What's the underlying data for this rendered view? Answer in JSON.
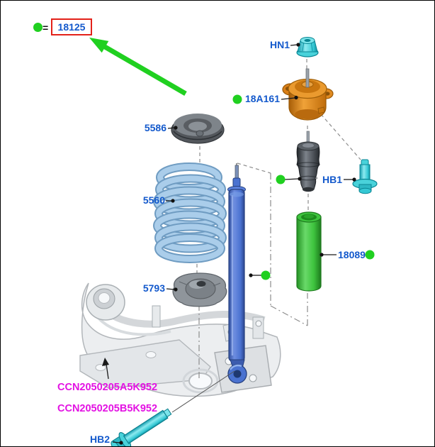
{
  "legend": {
    "equals_symbol": "=",
    "highlighted_part_number": "18125"
  },
  "callouts": {
    "hn1": "HN1",
    "strut_mount": "18A161",
    "upper_seat": "5586",
    "coil_spring": "5560",
    "hb1": "HB1",
    "dust_cover": "18089",
    "lower_seat": "5793",
    "hb2": "HB2"
  },
  "reference_codes": {
    "line1": "CCN2050205A5K952",
    "line2": "CCN2050205B5K952"
  },
  "icons": {
    "legend_marker": "green-dot",
    "included_part_marker": "green-dot",
    "legend_arrow": "green-arrow-up-left"
  },
  "colors": {
    "accent_green": "#20d020",
    "label_blue": "#1359cc",
    "reference_magenta": "#e312e3",
    "highlight_red": "#e32119",
    "hardware_cyan": "#49d2da",
    "mount_orange": "#e08a20",
    "spring_light_blue": "#aacdea",
    "shock_blue": "#4a72d0",
    "dust_cover_green": "#3ec43e",
    "subframe_gray": "#eceef0"
  }
}
